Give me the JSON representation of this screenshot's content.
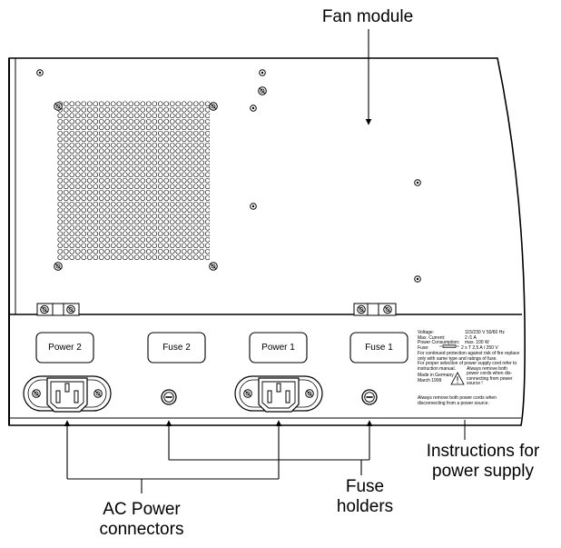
{
  "callouts": {
    "fan_module": "Fan module",
    "instructions_line1": "Instructions for",
    "instructions_line2": "power supply",
    "fuse_line1": "Fuse",
    "fuse_line2": "holders",
    "ac_line1": "AC Power",
    "ac_line2": "connectors"
  },
  "panel_labels": {
    "power2": "Power 2",
    "fuse2": "Fuse 2",
    "power1": "Power 1",
    "fuse1": "Fuse 1"
  },
  "spec_label": {
    "voltage_key": "Voltage:",
    "voltage_val": "115/230 V 50/60 Hz",
    "current_key": "Max. Current:",
    "current_val": "2 /1 A",
    "power_key": "Power Consumption:",
    "power_val": "max. 100 W",
    "fuse_key": "Fuse:",
    "fuse_val": "2 x T 2,5 A / 250 V",
    "note1": "For continued protection against risk of fire replace",
    "note2": "only with same type and ratings of fuse.",
    "note3": "For proper selection of power supply cord refer to",
    "note4": "instruction manual.",
    "made1": "Made in Germany",
    "made2": "March 1999",
    "warn1": "Always remove both",
    "warn2": "power cords when dis-",
    "warn3": "connecting from power",
    "warn4": "source !",
    "bottom1": "Always remove both power cords when",
    "bottom2": "disconnecting from a power source."
  }
}
